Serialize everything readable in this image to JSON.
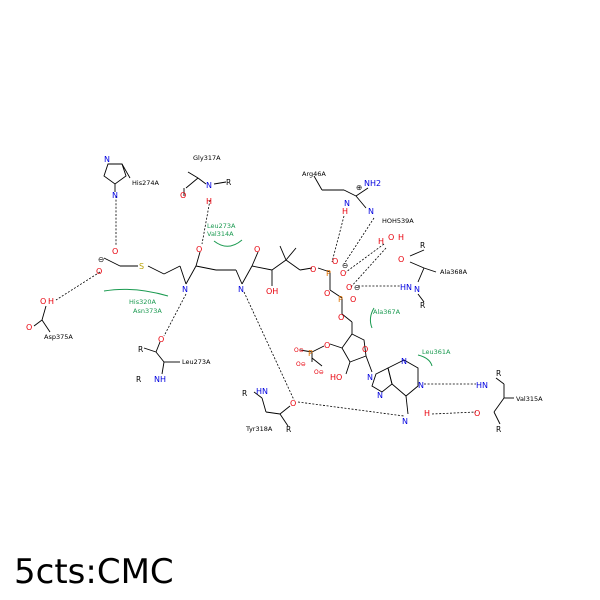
{
  "title": "5cts:CMC",
  "residues": {
    "his274": "His274A",
    "gly317": "Gly317A",
    "arg46": "Arg46A",
    "hoh539": "HOH539A",
    "leu273_top": "Leu273A",
    "val314": "Val314A",
    "ala368": "Ala368A",
    "his320": "His320A",
    "asn373": "Asn373A",
    "asp375": "Asp375A",
    "ala367": "Ala367A",
    "leu361": "Leu361A",
    "leu273_bot": "Leu273A",
    "tyr318": "Tyr318A",
    "val315": "Val315A"
  },
  "atoms": {
    "O": "O",
    "N": "N",
    "H": "H",
    "S": "S",
    "P": "P",
    "R": "R",
    "HN": "HN",
    "NH": "NH",
    "OH": "OH",
    "HO": "HO",
    "NH2": "NH2",
    "Ominus": "O⊖",
    "minus": "⊖",
    "plus": "⊕"
  },
  "colors": {
    "oxygen": "#e8000b",
    "nitrogen": "#0000e0",
    "sulfur": "#b8a000",
    "phosphorus": "#e07000",
    "hydrophobic": "#1a9a50"
  }
}
